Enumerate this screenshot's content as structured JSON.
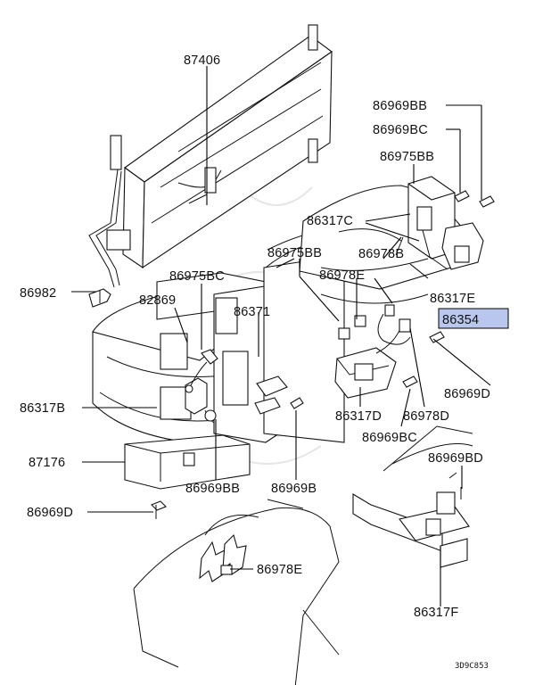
{
  "diagram": {
    "callouts": {
      "c87406": "87406",
      "c86982": "86982",
      "c86975BC": "86975BC",
      "c82869": "82869",
      "c86371": "86371",
      "c86975BB_center": "86975BB",
      "c86317C": "86317C",
      "c86978B": "86978B",
      "c86978E_top": "86978E",
      "c86317E": "86317E",
      "c86969BB_top": "86969BB",
      "c86969BC_top": "86969BC",
      "c86975BB_right": "86975BB",
      "c86354": "86354",
      "c86969D_right": "86969D",
      "c86978D": "86978D",
      "c86317D": "86317D",
      "c86969BC_bottom": "86969BC",
      "c86969BD": "86969BD",
      "c86317B": "86317B",
      "c87176": "87176",
      "c86969BB_bottom": "86969BB",
      "c86969B": "86969B",
      "c86969D_left": "86969D",
      "c86978E_bottom": "86978E",
      "c86317F": "86317F",
      "figure_code": "3D9C853"
    },
    "highlight_color": "#b9c6ee",
    "highlight_border": "#000000"
  }
}
